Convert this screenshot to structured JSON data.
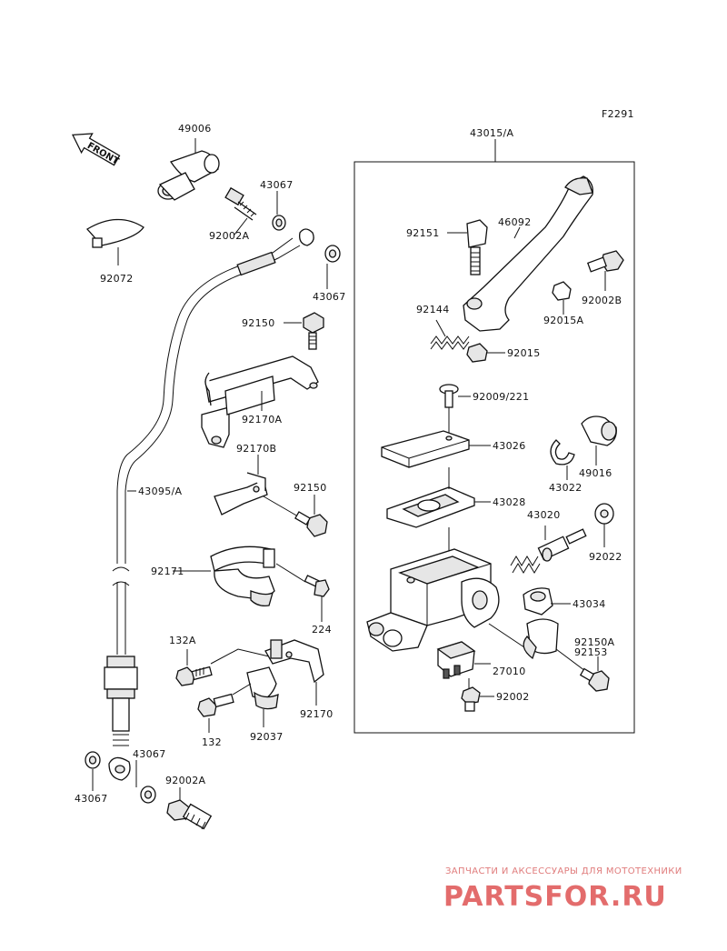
{
  "figure_code": "F2291",
  "front_label": "FRONT",
  "callouts": {
    "p49006": "49006",
    "p43067_top": "43067",
    "p92002A_top": "92002A",
    "p92072": "92072",
    "p43067_right": "43067",
    "p92150_top": "92150",
    "p92170A": "92170A",
    "p92170B": "92170B",
    "p43095A": "43095/A",
    "p92150_mid": "92150",
    "p92171": "92171",
    "p224": "224",
    "p132A": "132A",
    "p132": "132",
    "p92037": "92037",
    "p92170": "92170",
    "p43067_bottom_left": "43067",
    "p43067_bottom_mid": "43067",
    "p92002A_bottom": "92002A",
    "p43015A": "43015/A",
    "p92151": "92151",
    "p46092": "46092",
    "p92002B": "92002B",
    "p92144": "92144",
    "p92015A": "92015A",
    "p92015": "92015",
    "p92009_221": "92009/221",
    "p43026": "43026",
    "p49016": "49016",
    "p43022": "43022",
    "p43028": "43028",
    "p43020": "43020",
    "p92022": "92022",
    "p43034": "43034",
    "p92150A": "92150A",
    "p92153": "92153",
    "p27010": "27010",
    "p92002": "92002"
  },
  "watermark": {
    "tagline": "ЗАПЧАСТИ И АКСЕССУАРЫ ДЛЯ МОТОТЕХНИКИ",
    "brand": "PARTSFOR.RU"
  }
}
